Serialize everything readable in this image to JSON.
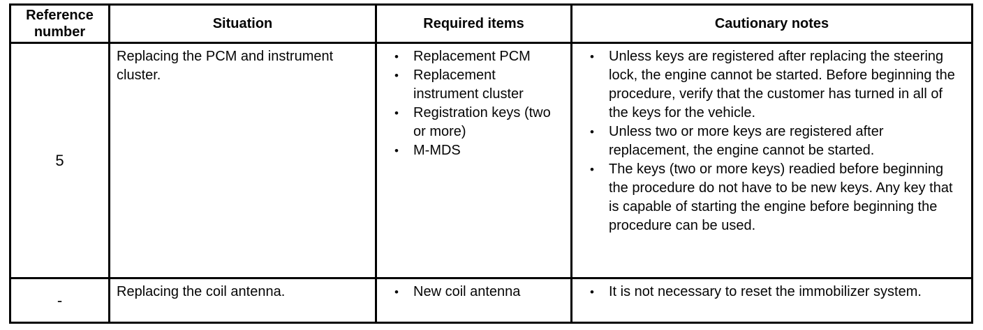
{
  "table": {
    "headers": {
      "reference_number": "Reference number",
      "situation": "Situation",
      "required_items": "Required items",
      "cautionary_notes": "Cautionary notes"
    },
    "rows": [
      {
        "reference": "5",
        "situation": "Replacing the PCM and instrument cluster.",
        "required_items": [
          "Replacement PCM",
          "Replacement instrument cluster",
          "Registration keys (two or more)",
          "M-MDS"
        ],
        "cautionary_notes": [
          "Unless keys are registered after replacing the steering lock, the engine cannot be started. Before beginning the procedure, verify that the customer has turned in all of the keys for the vehicle.",
          "Unless two or more keys are registered after replacement, the engine cannot be started.",
          "The keys (two or more keys) readied before beginning the procedure do not have to be new keys. Any key that is capable of starting the engine before beginning the procedure can be used."
        ]
      },
      {
        "reference": "-",
        "situation": "Replacing the coil antenna.",
        "required_items": [
          "New coil antenna"
        ],
        "cautionary_notes": [
          "It is not necessary to reset the immobilizer system."
        ]
      }
    ],
    "bullet_glyph": "•"
  },
  "colors": {
    "border": "#000000",
    "text": "#050505",
    "background": "#ffffff"
  }
}
